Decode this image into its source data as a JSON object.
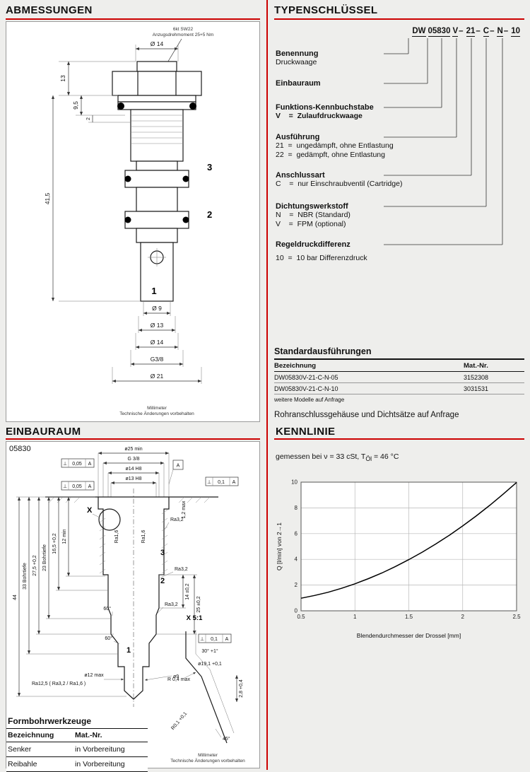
{
  "colors": {
    "accent": "#cc0000"
  },
  "abmessungen": {
    "title": "ABMESSUNGEN",
    "note_line1": "6kt SW22",
    "note_line2": "Anzugsdrehmoment 25+5 Nm",
    "footer_line1": "Millimeter",
    "footer_line2": "Technische Änderungen vorbehalten",
    "dims": {
      "dia14_top": "Ø 14",
      "h13": "13",
      "h95": "9,5",
      "h2": "2",
      "h415": "41,5",
      "port3": "3",
      "port2": "2",
      "port1": "1",
      "dia9": "Ø 9",
      "dia13": "Ø 13",
      "dia14": "Ø 14",
      "g38": "G3/8",
      "dia21": "Ø 21"
    }
  },
  "typenschluessel": {
    "title": "TYPENSCHLÜSSEL",
    "code": {
      "p1": "DW",
      "p2": "05830",
      "p3": "V",
      "p4": "21",
      "p5": "C",
      "p6": "N",
      "p7": "10",
      "sep": "–"
    },
    "entries": [
      {
        "label": "Benennung",
        "lines": [
          "Druckwaage"
        ]
      },
      {
        "label": "Einbauraum",
        "lines": []
      },
      {
        "label": "Funktions-Kennbuchstabe",
        "lines": [
          "V    =  Zulaufdruckwaage"
        ]
      },
      {
        "label": "Ausführung",
        "lines": [
          "21  =  ungedämpft, ohne Entlastung",
          "22  =  gedämpft, ohne Entlastung"
        ]
      },
      {
        "label": "Anschlussart",
        "lines": [
          "C    =  nur Einschraubventil (Cartridge)"
        ]
      },
      {
        "label": "Dichtungswerkstoff",
        "lines": [
          "N    =  NBR (Standard)",
          "V    =  FPM (optional)"
        ]
      },
      {
        "label": "Regeldruckdifferenz",
        "lines": [
          "10  =  10 bar Differenzdruck"
        ]
      }
    ]
  },
  "standard": {
    "title": "Standardausführungen",
    "headers": [
      "Bezeichnung",
      "Mat.-Nr."
    ],
    "rows": [
      [
        "DW05830V-21-C-N-05",
        "3152308"
      ],
      [
        "DW05830V-21-C-N-10",
        "3031531"
      ]
    ],
    "note": "weitere Modelle auf Anfrage",
    "extra": "Rohranschlussgehäuse und Dichtsätze auf Anfrage"
  },
  "einbauraum": {
    "title": "EINBAURAUM",
    "number": "05830",
    "footer_line1": "Millimeter",
    "footer_line2": "Technische Änderungen vorbehalten",
    "tolboxes": {
      "perp005": {
        "sym": "⊥",
        "val": "0,05",
        "datum": "A"
      },
      "perp01": {
        "sym": "⊥",
        "val": "0,1",
        "datum": "A"
      }
    },
    "labels": {
      "dia25": "ø25 min",
      "g38": "G 3/8",
      "dia14h8": "ø14 H8",
      "dia13h8": "ø13 H8",
      "datum_a": "A",
      "max12": "1,2 max",
      "ra16_a": "Ra1,6",
      "ra16_b": "Ra1,6",
      "ra32_a": "Ra3,2",
      "ra32_b": "Ra3,2",
      "ra32_c": "Ra3,2",
      "d44": "44",
      "d33": "33 Bohrtiefe",
      "d275": "27,5 +0,2",
      "d23": "23 Bohrtiefe",
      "d165": "16,5 +0,2",
      "d12": "12 min",
      "ang60a": "60°",
      "ang60b": "60°",
      "d14": "14 ±0,2",
      "d25": "25 ±0,2",
      "dia9": "ø9",
      "port3": "3",
      "port2": "2",
      "port1": "1",
      "x_marker": "X",
      "dia12max": "ø12 max",
      "ra_combo": "Ra12,5 ( Ra3,2 / Ra1,6 )",
      "detail_title": "X 5:1",
      "ang30": "30° +1°",
      "dia191": "ø19,1 +0,1",
      "r04": "R 0,4 max",
      "d28": "2,8 +0,4",
      "r01": "R0,1 +0,1",
      "ang45": "45°"
    }
  },
  "formbohr": {
    "title": "Formbohrwerkzeuge",
    "headers": [
      "Bezeichnung",
      "Mat.-Nr."
    ],
    "rows": [
      [
        "Senker",
        "in Vorbereitung"
      ],
      [
        "Reibahle",
        "in Vorbereitung"
      ]
    ]
  },
  "kennlinie": {
    "title": "KENNLINIE",
    "cond_prefix": "gemessen bei ν = 33 cSt, T",
    "cond_sub": "Öl",
    "cond_suffix": " = 46 °C"
  },
  "chart_data": {
    "type": "line",
    "title": "KENNLINIE",
    "xlabel": "Blendendurchmesser der Drossel [mm]",
    "ylabel": "Q [l/min] von 2→1",
    "xlim": [
      0.5,
      2.5
    ],
    "ylim": [
      0,
      10
    ],
    "xticks": [
      0.5,
      1,
      1.5,
      2,
      2.5
    ],
    "yticks": [
      0,
      2,
      4,
      6,
      8,
      10
    ],
    "grid": true,
    "legend": false,
    "measured_points": {
      "x": [
        0.5,
        1,
        1.5,
        2,
        2.5
      ],
      "y": [
        1.0,
        2.1,
        4.0,
        6.6,
        10.0
      ]
    },
    "curve": {
      "x": [
        0.5,
        0.625,
        0.75,
        0.875,
        1.0,
        1.125,
        1.25,
        1.375,
        1.5,
        1.625,
        1.75,
        1.875,
        2.0,
        2.125,
        2.25,
        2.375,
        2.5
      ],
      "y": [
        0.98,
        1.19,
        1.44,
        1.75,
        2.1,
        2.5,
        2.94,
        3.44,
        3.98,
        4.56,
        5.19,
        5.87,
        6.6,
        7.37,
        8.19,
        9.06,
        9.98
      ]
    }
  }
}
